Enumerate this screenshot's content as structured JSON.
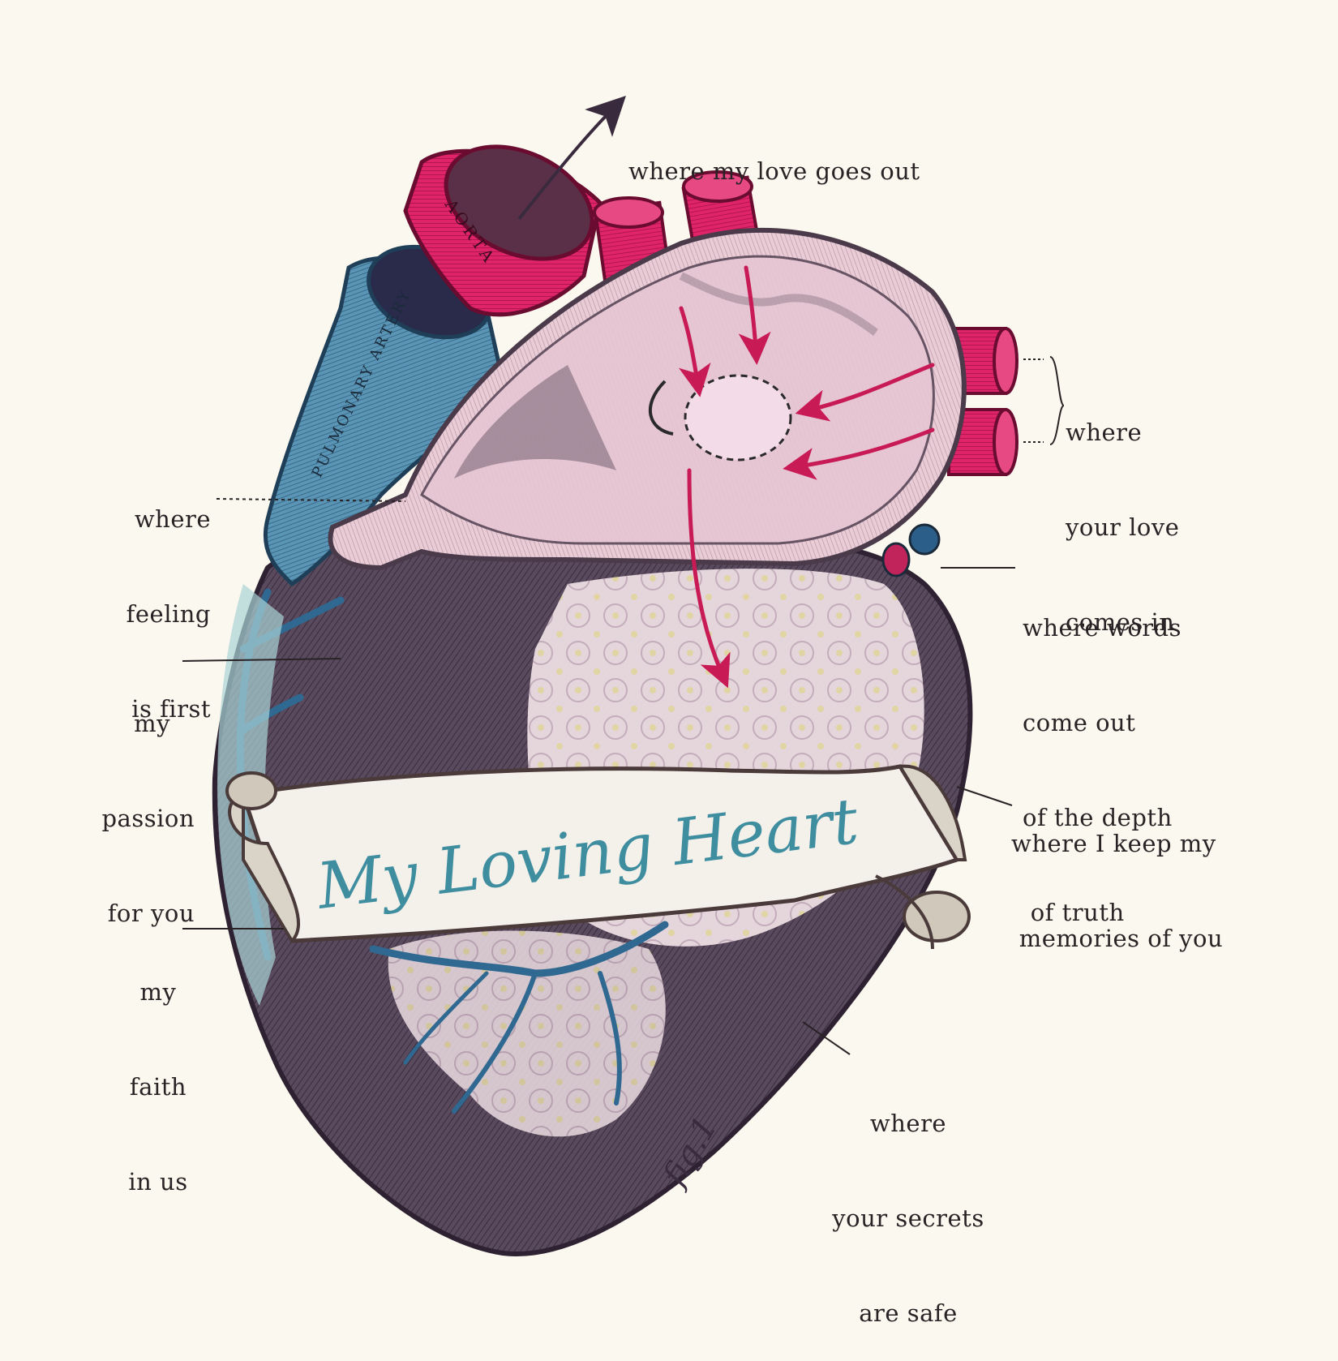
{
  "colors": {
    "background": "#fbf8ef",
    "heart_dark": "#4a3a4e",
    "heart_pink": "#e6c9d4",
    "artery_magenta": "#d41a5c",
    "artery_blue": "#4a86a8",
    "banner_text": "#3f8ea0",
    "label_ink": "#2a2326"
  },
  "title": "My Loving Heart",
  "vessel_labels": {
    "aorta": "AORTA",
    "pulmonary_artery": "PULMONARY ARTERY"
  },
  "signature": "fig.1",
  "labels": [
    {
      "id": "love-goes-out",
      "lines": [
        "where my love goes out"
      ]
    },
    {
      "id": "love-comes-in",
      "lines": [
        "where",
        "your love",
        "comes in"
      ]
    },
    {
      "id": "feeling-first",
      "lines": [
        "where",
        "feeling",
        "is first"
      ]
    },
    {
      "id": "words-come-out",
      "lines": [
        "where words",
        "come out",
        "of the depth",
        " of truth"
      ]
    },
    {
      "id": "passion",
      "lines": [
        "my",
        "passion",
        "for you"
      ]
    },
    {
      "id": "memories",
      "lines": [
        "where I keep my",
        " memories of you"
      ]
    },
    {
      "id": "faith",
      "lines": [
        "my",
        "faith",
        "in us"
      ]
    },
    {
      "id": "secrets",
      "lines": [
        "where",
        "your secrets",
        "are safe"
      ]
    }
  ]
}
